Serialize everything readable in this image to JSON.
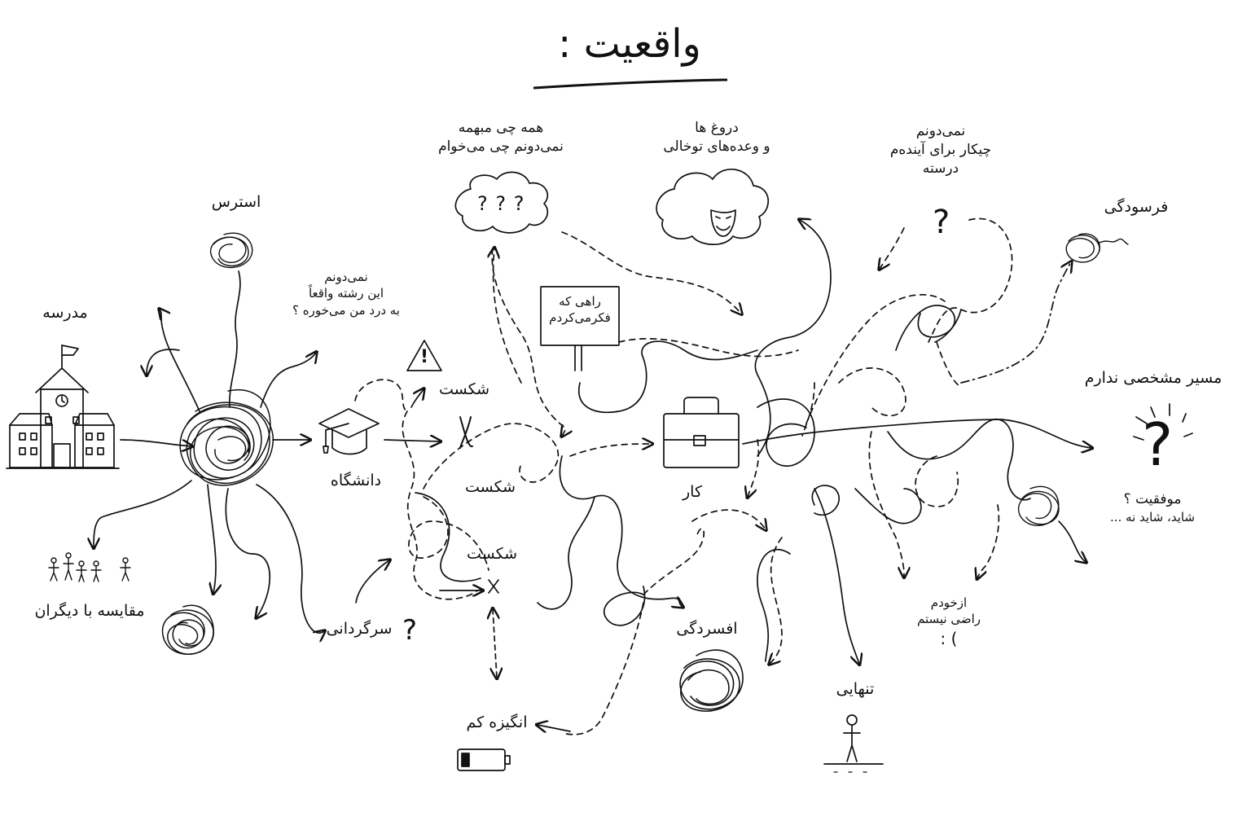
{
  "title": "واقعیت :",
  "nodes": {
    "school": "مدرسه",
    "stress": "استرس",
    "comparison": "مقایسه با دیگران",
    "university": "دانشگاه",
    "unsure_field": [
      "نمی‌دونم",
      "این رشته واقعاً",
      "به درد من می‌خوره ؟"
    ],
    "failure_1": "شکست",
    "failure_2": "شکست",
    "failure_3": "شکست",
    "confusion": "سرگردانی",
    "low_motivation": "انگیزه کم",
    "everything_vague": [
      "همه چی مبهمه",
      "نمی‌دونم چی می‌خوام"
    ],
    "lies": [
      "دروغ ها",
      "و وعده‌های توخالی"
    ],
    "future_unknown": [
      "نمی‌دونم",
      "چیکار برای آینده‌م",
      "درسته"
    ],
    "sign": [
      "راهی که",
      "فکرمی‌کردم"
    ],
    "work": "کار",
    "depression": "افسردگی",
    "loneliness": "تنهایی",
    "burnout": "فرسودگی",
    "no_path": "مسیر مشخصی ندارم",
    "success": [
      "موفقیت ؟",
      "شاید، شاید نه ..."
    ],
    "self_dissatisfied": [
      "ازخودم",
      "راضی نیستم",
      ": ("
    ]
  },
  "symbols": {
    "question": "?",
    "warning": "!",
    "cloud_question": "? ? ?",
    "fail_mark": "X",
    "small_x": "x"
  },
  "icons": [
    "school-building-icon",
    "mortarboard-icon",
    "briefcase-icon",
    "warning-icon",
    "people-icon",
    "battery-low-icon",
    "stick-figure-icon",
    "mask-icon",
    "scribble-icon",
    "signpost-icon"
  ],
  "colors": {
    "ink": "#111111",
    "paper": "#ffffff"
  }
}
